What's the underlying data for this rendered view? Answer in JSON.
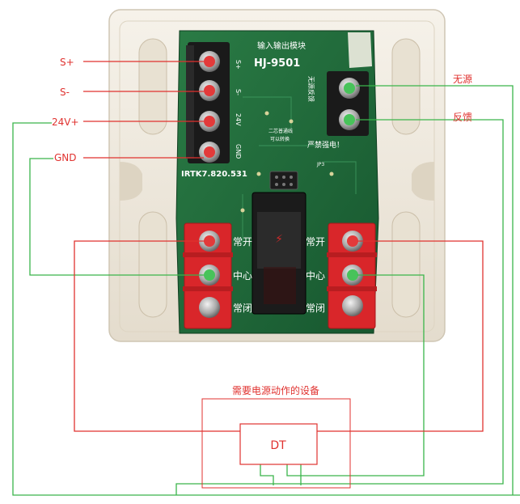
{
  "board": {
    "title_cn": "输入输出模块",
    "model": "HJ-9501",
    "part_code": "IRTK7.820.531",
    "pin_s_plus": "S+",
    "pin_s_minus": "S-",
    "pin_24v": "24V",
    "pin_gnd": "GND",
    "note_left": "二芯普通线",
    "note_left2": "可以转换",
    "note_right": "无源反馈",
    "warning": "严禁强电！",
    "jumper": "JP3"
  },
  "left_labels": {
    "s_plus": "S+",
    "s_minus": "S-",
    "v24": "24V+",
    "gnd": "GND"
  },
  "right_labels": {
    "passive": "无源",
    "feedback": "反馈"
  },
  "relay_labels": {
    "left_no": "常开",
    "left_com": "中心",
    "left_nc": "常闭",
    "right_no": "常开",
    "right_com": "中心",
    "right_nc": "常闭"
  },
  "device": {
    "title": "需要电源动作的设备",
    "name": "DT"
  },
  "colors": {
    "red_wire": "#e0322f",
    "green_wire": "#3ab54a",
    "terminal_red": "#d9262a",
    "terminal_black": "#1a1a1a",
    "pcb_green": "#1f6b3a",
    "housing": "#efe9dc"
  }
}
